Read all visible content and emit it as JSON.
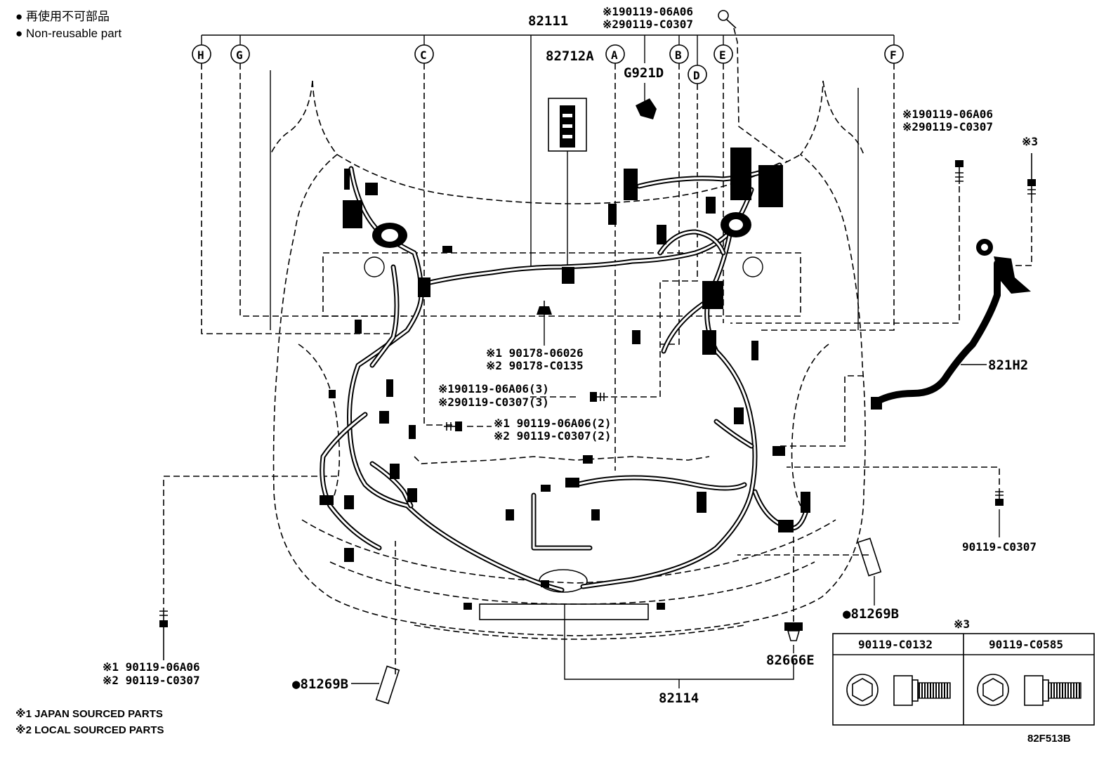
{
  "legend": {
    "jp_label": "● 再使用不可部品",
    "en_label": "● Non-reusable part"
  },
  "callouts": [
    "H",
    "G",
    "C",
    "A",
    "B",
    "D",
    "E",
    "F"
  ],
  "labels": {
    "p82111": "82111",
    "p82712A": "82712A",
    "pG921D": "G921D",
    "top_bolt_1": "※190119-06A06",
    "top_bolt_2": "※290119-C0307",
    "right_bolt_1": "※190119-06A06",
    "right_bolt_2": "※290119-C0307",
    "mark3": "※3",
    "p821H2": "821H2",
    "clip_1": "※1 90178-06026",
    "clip_2": "※2 90178-C0135",
    "mid3_1": "※190119-06A06(3)",
    "mid3_2": "※290119-C0307(3)",
    "mid2_1": "※1 90119-06A06(2)",
    "mid2_2": "※2 90119-C0307(2)",
    "right_low": "90119-C0307",
    "left_low_1": "※1 90119-06A06",
    "left_low_2": "※2 90119-C0307",
    "p81269B_right": "●81269B",
    "p81269B_left": "●81269B",
    "p82666E": "82666E",
    "p82114": "82114"
  },
  "table": {
    "mark": "※3",
    "headers": [
      "90119-C0132",
      "90119-C0585"
    ]
  },
  "footnotes": {
    "n1": "※1 JAPAN SOURCED PARTS",
    "n2": "※2 LOCAL SOURCED PARTS"
  },
  "figure_code": "82F513B"
}
